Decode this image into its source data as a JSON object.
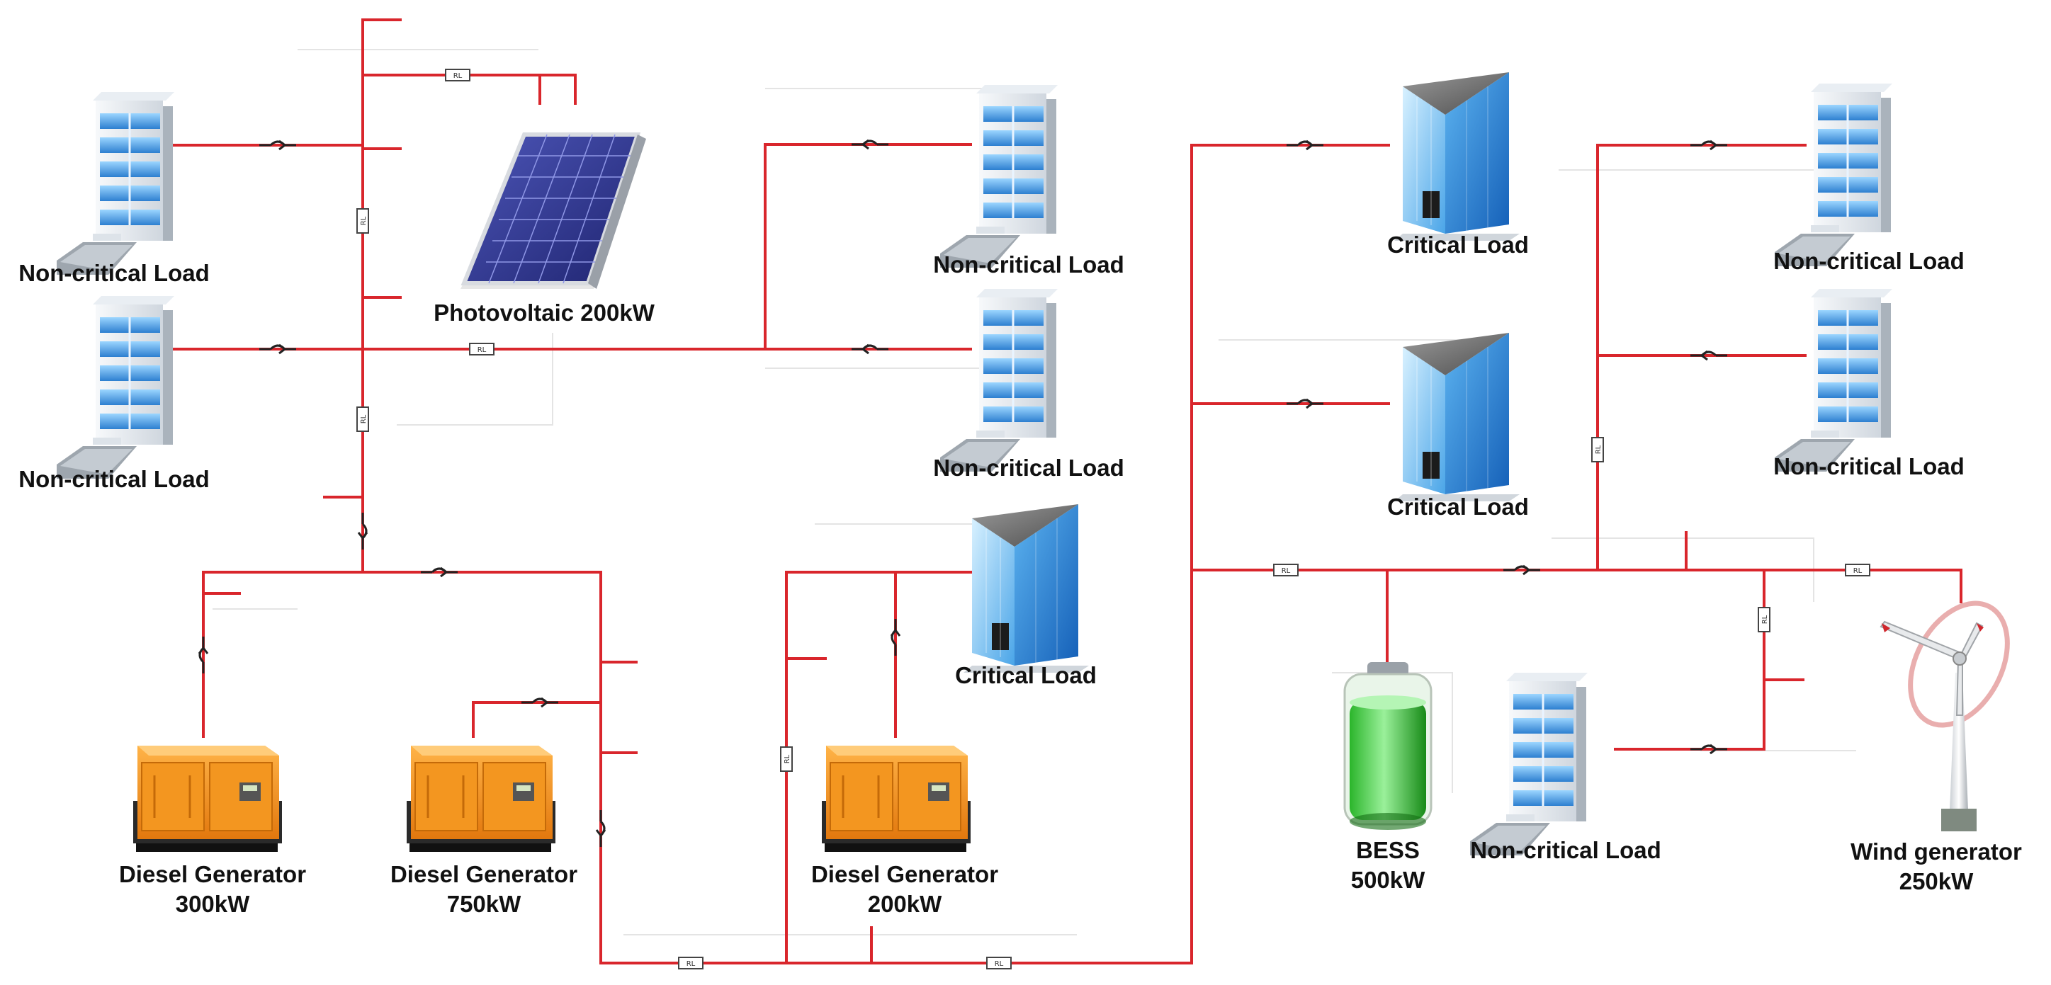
{
  "colors": {
    "busbar": "#d9262c",
    "background": "#ffffff",
    "label": "#111111"
  },
  "relay_label": "RL",
  "icons": {
    "office_building": "office-building-icon",
    "critical_building": "glass-tower-building-icon",
    "solar_panel": "solar-panel-icon",
    "diesel_generator": "diesel-generator-icon",
    "battery": "battery-icon",
    "wind_turbine": "wind-turbine-icon",
    "breaker": "circuit-breaker-symbol",
    "relay": "relay-box-symbol"
  },
  "nodes": {
    "load_left_top": {
      "line1": "Non-critical Load"
    },
    "load_left_bottom": {
      "line1": "Non-critical Load"
    },
    "photovoltaic": {
      "line1": "Photovoltaic 200kW"
    },
    "load_center_top": {
      "line1": "Non-critical Load"
    },
    "load_center_mid": {
      "line1": "Non-critical Load"
    },
    "critical_center": {
      "line1": "Critical Load"
    },
    "critical_right_top": {
      "line1": "Critical Load"
    },
    "critical_right_mid": {
      "line1": "Critical Load"
    },
    "load_right_top": {
      "line1": "Non-critical Load"
    },
    "load_right_mid": {
      "line1": "Non-critical Load"
    },
    "load_right_bottom": {
      "line1": "Non-critical Load"
    },
    "diesel_300": {
      "line1": "Diesel Generator",
      "line2": "300kW"
    },
    "diesel_750": {
      "line1": "Diesel Generator",
      "line2": "750kW"
    },
    "diesel_200": {
      "line1": "Diesel Generator",
      "line2": "200kW"
    },
    "bess": {
      "line1": "BESS",
      "line2": "500kW"
    },
    "wind": {
      "line1": "Wind generator",
      "line2": "250kW"
    }
  }
}
